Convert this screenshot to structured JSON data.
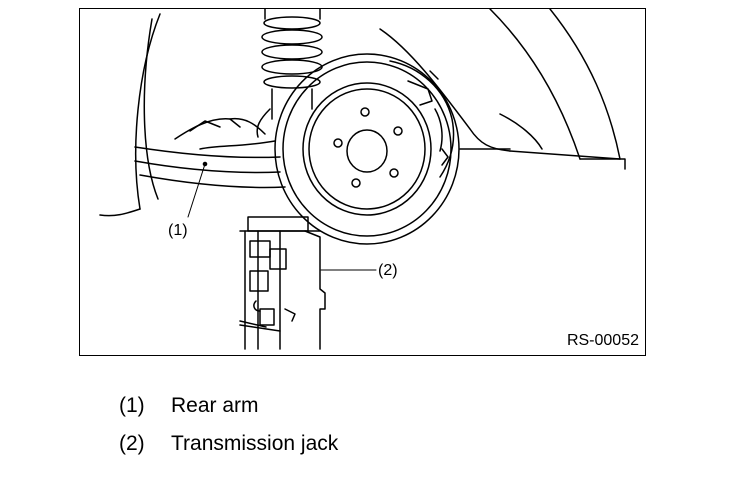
{
  "figure": {
    "code": "RS-00052",
    "callouts": [
      {
        "id": "1",
        "label": "(1)"
      },
      {
        "id": "2",
        "label": "(2)"
      }
    ]
  },
  "legend": {
    "items": [
      {
        "number": "(1)",
        "text": "Rear arm"
      },
      {
        "number": "(2)",
        "text": "Transmission jack"
      }
    ]
  },
  "colors": {
    "ink": "#000000",
    "paper": "#ffffff"
  }
}
